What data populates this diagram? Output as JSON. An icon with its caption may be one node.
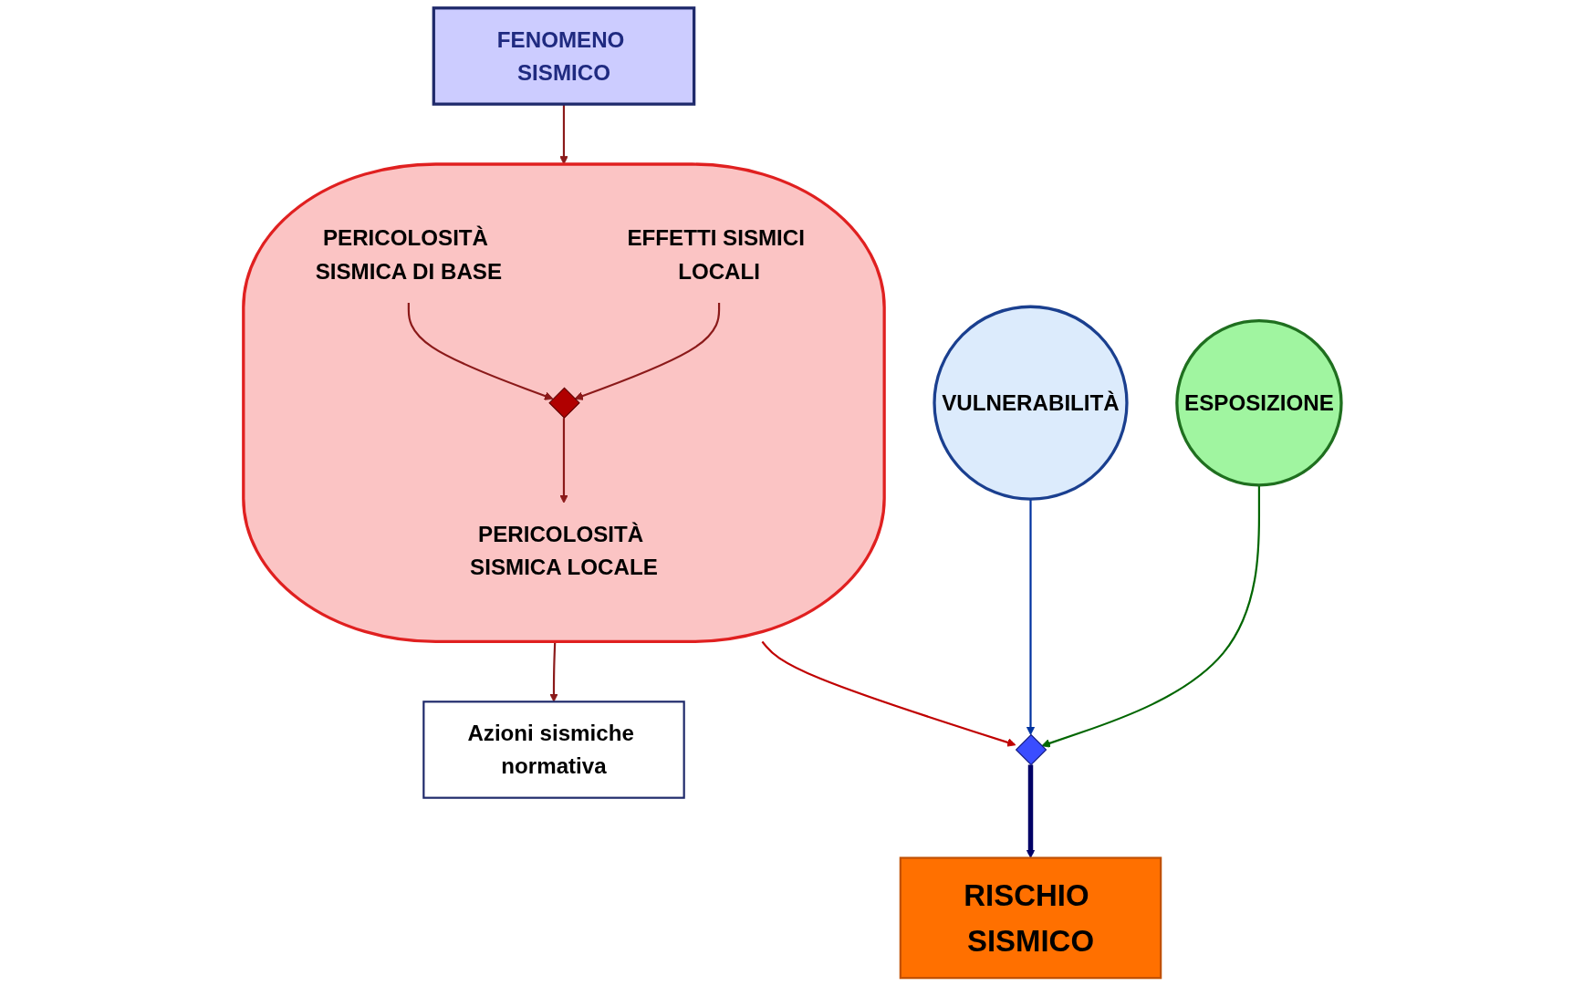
{
  "diagram": {
    "nodes": [
      {
        "text": [
          "FENOMENO SISMICO"
        ]
      },
      {
        "text": [],
        "shape": "ellipse"
      },
      {
        "text": [
          "PERICOLOSITÀ SISMICA DI BASE"
        ],
        "in": 1
      },
      {
        "text": [
          "EFFETTI SISMICI LOCALI"
        ],
        "in": 1
      },
      {
        "text": [],
        "shape": "diamond",
        "in": 1
      },
      {
        "text": [
          "PERICOLOSITÀ SISMICA LOCALE"
        ],
        "in": 1
      },
      {
        "text": [
          "Azioni sismiche normativa"
        ]
      },
      {
        "text": [
          "VULNERABILITÀ"
        ]
      },
      {
        "text": [
          "ESPOSIZIONE"
        ]
      },
      {
        "text": [],
        "shape": "diamond"
      },
      {
        "text": [
          "RISCHIO SISMICO"
        ]
      }
    ],
    "edges": [
      {
        "from": 0,
        "to": 1,
        "arrow": "to"
      },
      {
        "from": 2,
        "to": 4,
        "arrow": "to"
      },
      {
        "from": 3,
        "to": 4,
        "arrow": "to"
      },
      {
        "from": 4,
        "to": 5,
        "arrow": "to"
      },
      {
        "from": 1,
        "to": 6,
        "arrow": "to"
      },
      {
        "from": 1,
        "to": 9,
        "arrow": "to",
        "color": "#c00000"
      },
      {
        "from": 7,
        "to": 9,
        "arrow": "to",
        "color": "#0033a0"
      },
      {
        "from": 8,
        "to": 9,
        "arrow": "to",
        "color": "#006600"
      },
      {
        "from": 9,
        "to": 10,
        "arrow": "to",
        "style": "thick",
        "color": "#000066"
      }
    ]
  }
}
